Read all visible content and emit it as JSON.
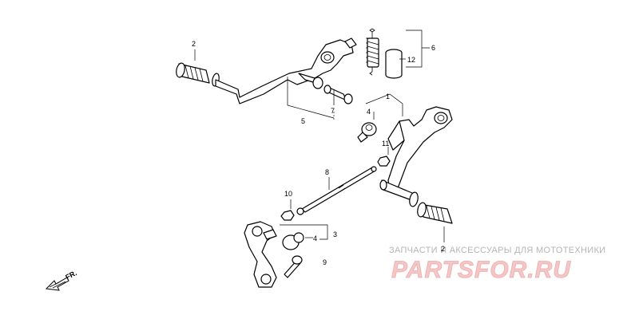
{
  "callouts": {
    "c1": "1",
    "c2_top": "2",
    "c2_bottom": "2",
    "c3": "3",
    "c4_top": "4",
    "c4_bottom": "4",
    "c5": "5",
    "c6": "6",
    "c7": "7",
    "c8": "8",
    "c9": "9",
    "c10": "10",
    "c11": "11",
    "c12": "12"
  },
  "direction_label": "FR.",
  "watermark": {
    "tagline": "ЗАПЧАСТИ И АКСЕССУАРЫ ДЛЯ МОТОТЕХНИКИ",
    "brand": "PARTSFOR.RU"
  },
  "colors": {
    "ink": "#000000",
    "watermark_brand": "#f4c6c6",
    "watermark_tagline": "#b5b5b5"
  }
}
